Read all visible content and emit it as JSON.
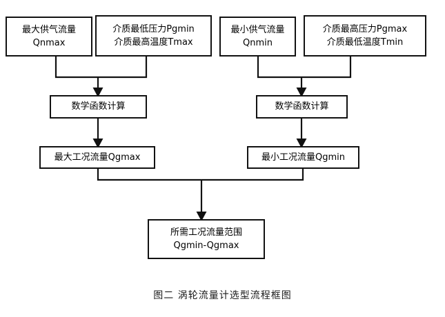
{
  "figure": {
    "caption": "图二  涡轮流量计选型流程框图",
    "background_color": "#ffffff",
    "line_color": "#111111",
    "text_color": "#000000"
  },
  "nodes": {
    "qnmax": {
      "line1": "最大供气流量",
      "line2": "Qnmax"
    },
    "pgmin_tmax": {
      "line1": "介质最低压力Pgmin",
      "line2": "介质最高温度Tmax"
    },
    "qnmin": {
      "line1": "最小供气流量",
      "line2": "Qnmin"
    },
    "pgmax_tmin": {
      "line1": "介质最高压力Pgmax",
      "line2": "介质最低温度Tmin"
    },
    "calc_left": {
      "line1": "数学函数计算",
      "line2": ""
    },
    "calc_right": {
      "line1": "数学函数计算",
      "line2": ""
    },
    "qgmax": {
      "line1": "最大工况流量Qgmax",
      "line2": ""
    },
    "qgmin": {
      "line1": "最小工况流量Qgmin",
      "line2": ""
    },
    "range": {
      "line1": "所需工况流量范围",
      "line2": "Qgmin-Qgmax"
    }
  },
  "chart_data": {
    "type": "diagram",
    "title": "图二  涡轮流量计选型流程框图",
    "nodes": [
      {
        "id": "qnmax",
        "text": "最大供气流量 Qnmax",
        "row": 1
      },
      {
        "id": "pgmin_tmax",
        "text": "介质最低压力Pgmin 介质最高温度Tmax",
        "row": 1
      },
      {
        "id": "qnmin",
        "text": "最小供气流量 Qnmin",
        "row": 1
      },
      {
        "id": "pgmax_tmin",
        "text": "介质最高压力Pgmax 介质最低温度Tmin",
        "row": 1
      },
      {
        "id": "calc_left",
        "text": "数学函数计算",
        "row": 2
      },
      {
        "id": "calc_right",
        "text": "数学函数计算",
        "row": 2
      },
      {
        "id": "qgmax",
        "text": "最大工况流量Qgmax",
        "row": 3
      },
      {
        "id": "qgmin",
        "text": "最小工况流量Qgmin",
        "row": 3
      },
      {
        "id": "range",
        "text": "所需工况流量范围 Qgmin-Qgmax",
        "row": 4
      }
    ],
    "edges": [
      {
        "from": "qnmax",
        "to": "calc_left",
        "style": "elbow-merge"
      },
      {
        "from": "pgmin_tmax",
        "to": "calc_left",
        "style": "elbow-merge"
      },
      {
        "from": "qnmin",
        "to": "calc_right",
        "style": "elbow-merge"
      },
      {
        "from": "pgmax_tmin",
        "to": "calc_right",
        "style": "elbow-merge"
      },
      {
        "from": "calc_left",
        "to": "qgmax",
        "style": "straight-arrow"
      },
      {
        "from": "calc_right",
        "to": "qgmin",
        "style": "straight-arrow"
      },
      {
        "from": "qgmax",
        "to": "range",
        "style": "elbow-merge"
      },
      {
        "from": "qgmin",
        "to": "range",
        "style": "elbow-merge"
      }
    ]
  }
}
